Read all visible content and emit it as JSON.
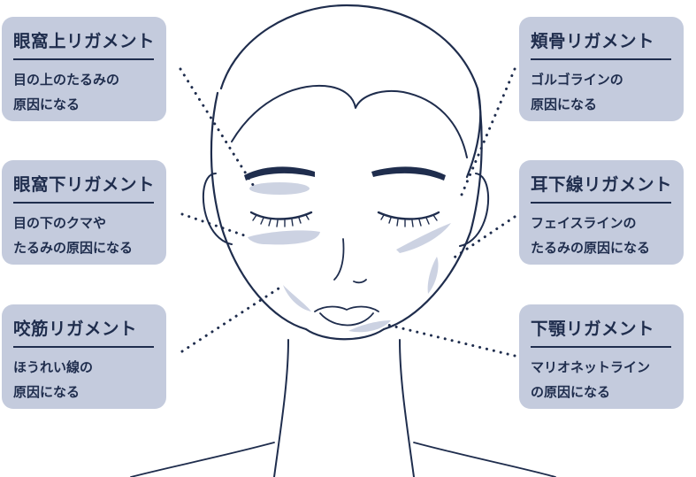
{
  "cards": [
    {
      "title": "眼窩上リガメント",
      "lines": [
        "目の上のたるみの",
        "原因になる"
      ]
    },
    {
      "title": "眼窩下リガメント",
      "lines": [
        "目の下のクマや",
        "たるみの原因になる"
      ]
    },
    {
      "title": "咬筋リガメント",
      "lines": [
        "ほうれい線の",
        "原因になる"
      ]
    },
    {
      "title": "頬骨リガメント",
      "lines": [
        "ゴルゴラインの",
        "原因になる"
      ]
    },
    {
      "title": "耳下線リガメント",
      "lines": [
        "フェイスラインの",
        "たるみの原因になる"
      ]
    },
    {
      "title": "下顎リガメント",
      "lines": [
        "マリオネットライン",
        "の原因になる"
      ]
    }
  ],
  "colors": {
    "line": "#1f2d4d",
    "card": "#c4cbdd",
    "highlight": "#c4cbdd"
  }
}
